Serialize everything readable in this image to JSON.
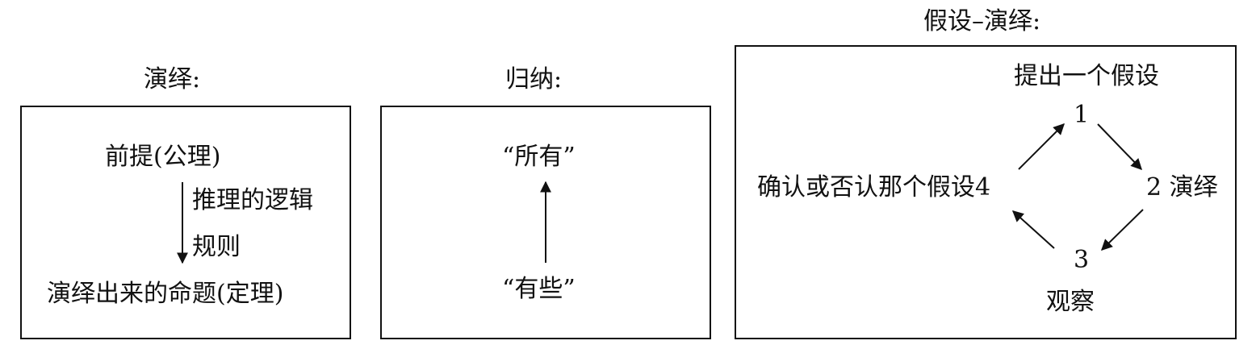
{
  "deduction": {
    "title": "演绎:",
    "premise": "前提(公理)",
    "rule_line1": "推理的逻辑",
    "rule_line2": "规则",
    "conclusion": "演绎出来的命题(定理)"
  },
  "induction": {
    "title": "归纳:",
    "top": "“所有”",
    "bottom": "“有些”"
  },
  "hypothetico_deductive": {
    "title": "假设–演绎:",
    "step1_label": "提出一个假设",
    "step1_num": "1",
    "step2": "2 演绎",
    "step3_num": "3",
    "step3_label": "观察",
    "step4": "确认或否认那个假设4"
  }
}
